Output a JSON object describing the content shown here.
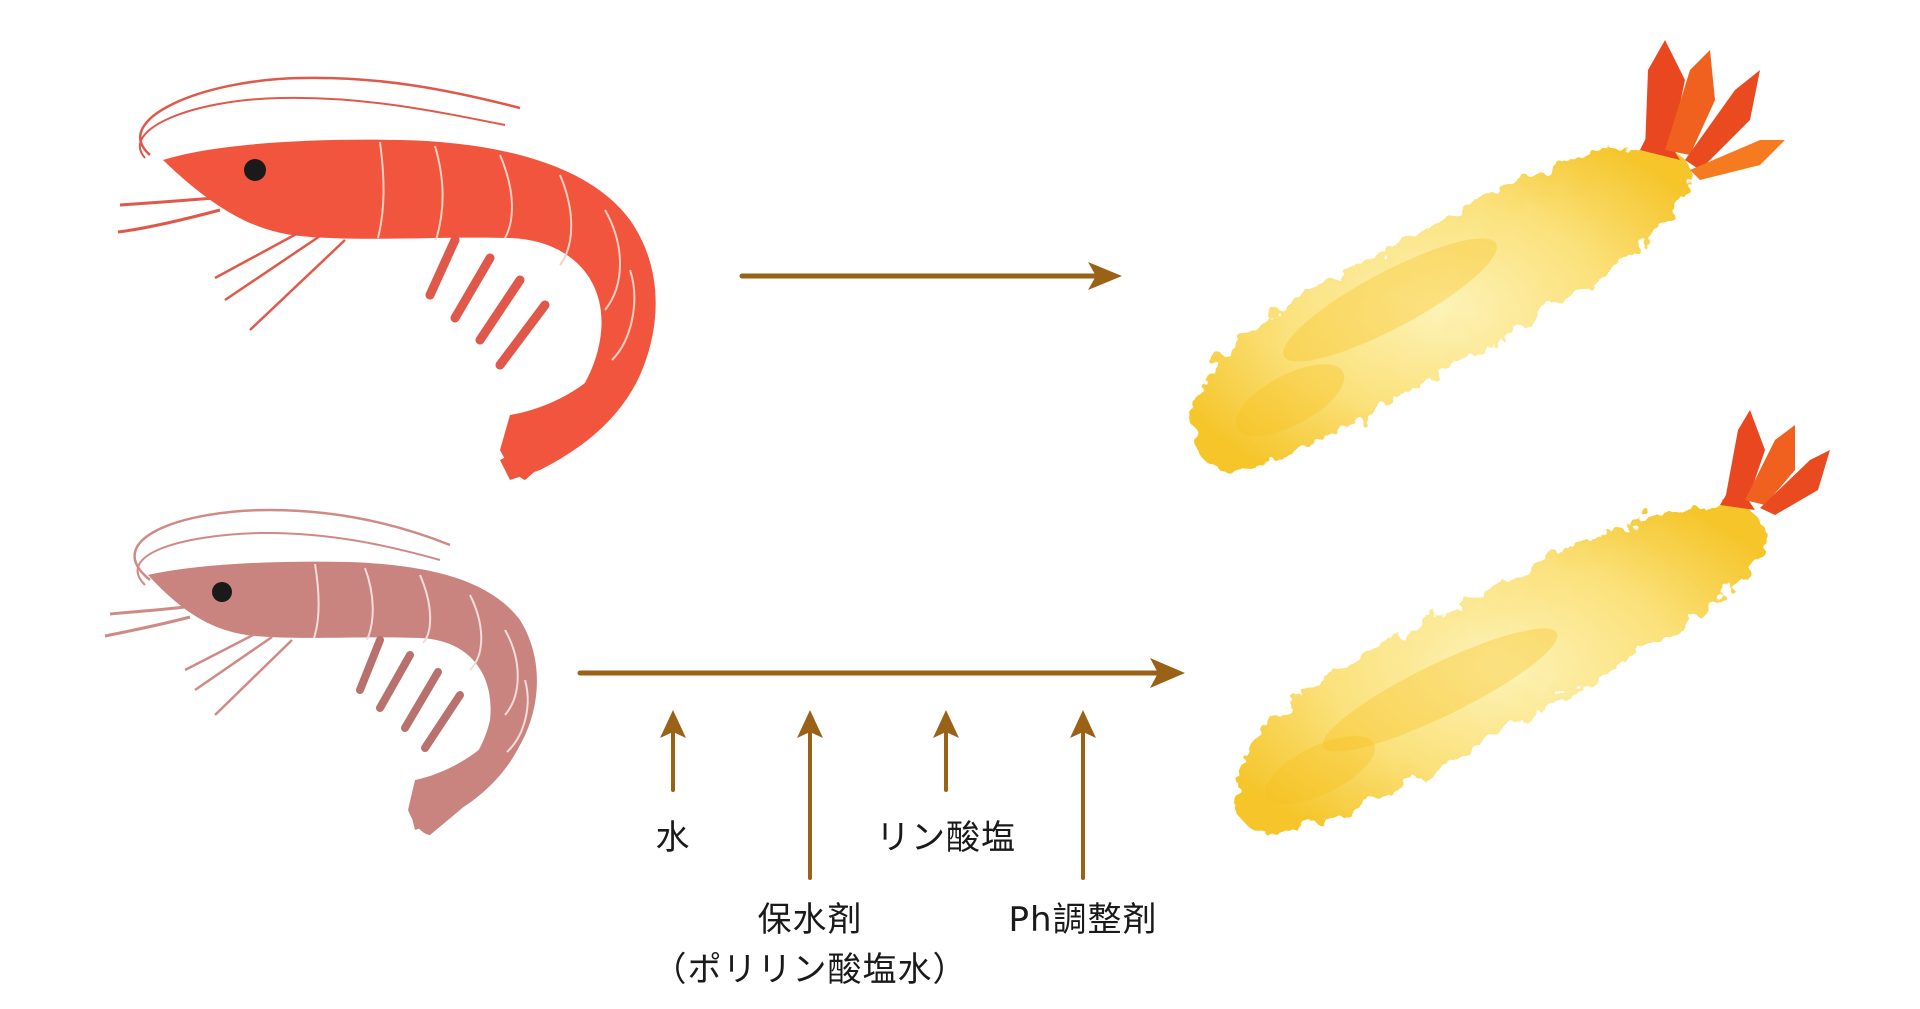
{
  "labels": {
    "water": "水",
    "water_retaining_agent": "保水剤",
    "polyphosphate_water": "（ポリリン酸塩水）",
    "phosphate": "リン酸塩",
    "ph_adjuster": "Ph調整剤"
  },
  "colors": {
    "arrow": "#9a6216",
    "fresh_shrimp": "#f2553d",
    "treated_shrimp": "#c98480",
    "batter_light": "#fbe88f",
    "batter_dark": "#f6c11e",
    "tail": "#e8471f"
  },
  "icons": {
    "fresh_shrimp": "red-shrimp-icon",
    "treated_shrimp": "pink-shrimp-icon",
    "tempura_top": "shrimp-tempura-icon",
    "tempura_bottom": "shrimp-tempura-icon"
  }
}
